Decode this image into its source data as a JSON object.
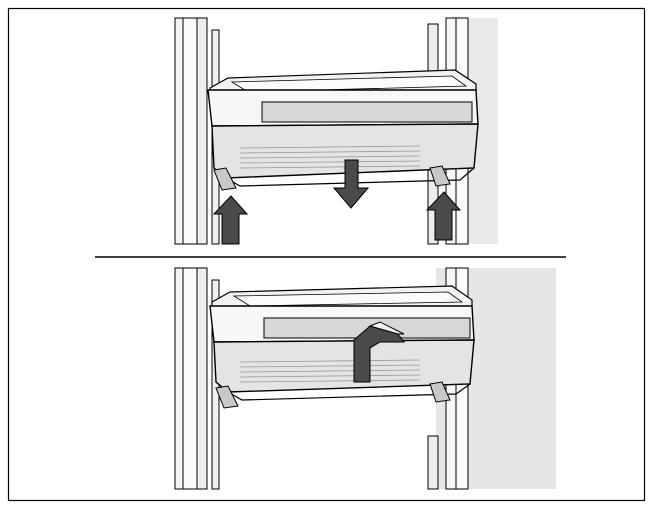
{
  "figure": {
    "panels": [
      {
        "step": "remove",
        "arrows": [
          "up-arrow",
          "down-arrow",
          "up-arrow"
        ]
      },
      {
        "step": "lift-handle",
        "arrows": [
          "hand-lift-arrow"
        ]
      }
    ],
    "colors": {
      "line": "#000000",
      "panel_shade": "#e6e6e6",
      "bin_shade": "#d0d0d0",
      "arrow_fill": "#4a4a4a",
      "background": "#ffffff"
    }
  }
}
